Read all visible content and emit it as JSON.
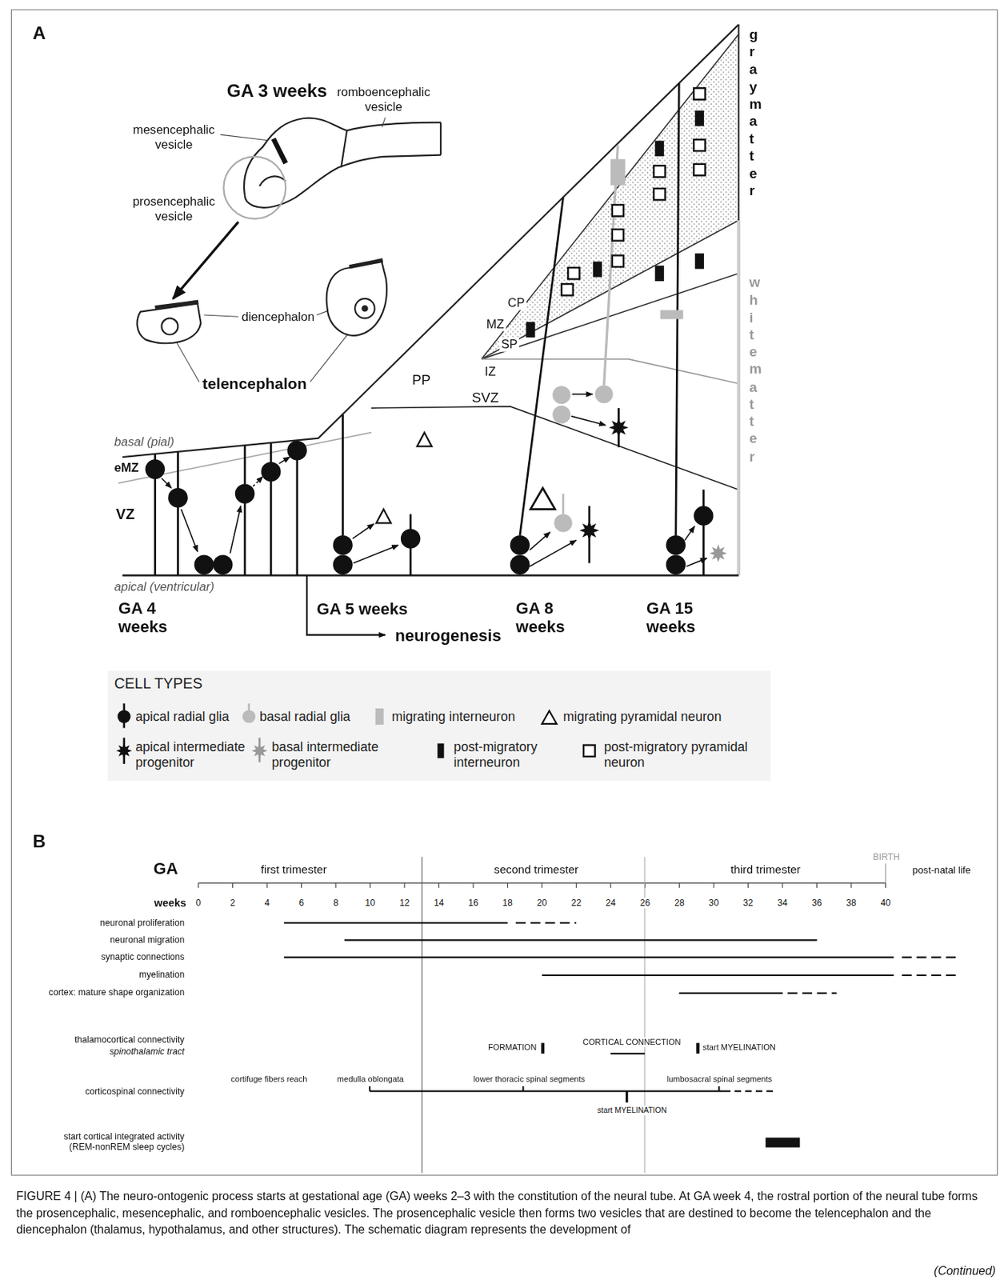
{
  "diagram": {
    "caption": "FIGURE 4 | (A) The neuro-ontogenic process starts at gestational age (GA) weeks 2–3 with the constitution of the neural tube. At GA week 4, the rostral portion of the neural tube forms the prosencephalic, mesencephalic, and romboencephalic vesicles. The prosencephalic vesicle then forms two vesicles that are destined to become the telencephalon and the diencephalon (thalamus, hypothalamus, and other structures). The schematic diagram represents the development of",
    "nodes": [
      {
        "text": [
          "CELL TYPES"
        ]
      }
    ],
    "labels": [
      "A",
      "GA 3 weeks",
      "romboencephalic vesicle",
      "mesencephalic vesicle",
      "prosencephalic vesicle",
      "diencephalon",
      "telencephalon",
      "basal (pial)",
      "eMZ",
      "VZ",
      "apical (ventricular)",
      "GA 4 weeks",
      "GA 5 weeks",
      "neurogenesis",
      "GA 8 weeks",
      "GA 15 weeks",
      "PP",
      "MZ",
      "CP",
      "SP",
      "IZ",
      "SVZ",
      "gray matter",
      "white matter",
      "B",
      "GA",
      "first trimester",
      "second trimester",
      "third trimester",
      "BIRTH",
      "post-natal life",
      "weeks",
      "0",
      "2",
      "4",
      "6",
      "8",
      "10",
      "12",
      "14",
      "16",
      "18",
      "20",
      "22",
      "24",
      "26",
      "28",
      "30",
      "32",
      "34",
      "36",
      "38",
      "40",
      "neuronal proliferation",
      "neuronal migration",
      "synaptic connections",
      "myelination",
      "cortex: mature shape organization",
      "thalamocortical connectivity",
      "spinothalamic tract",
      "FORMATION",
      "CORTICAL CONNECTION",
      "start MYELINATION",
      "corticospinal connectivity",
      "cortifuge fibers reach",
      "medulla oblongata",
      "lower thoracic spinal segments",
      "lumbosacral spinal segments",
      "start MYELINATION",
      "start cortical integrated activity (REM-nonREM sleep cycles)",
      "(Continued)"
    ],
    "legend": [
      {
        "text": "apical radial glia"
      },
      {
        "text": "basal radial glia"
      },
      {
        "text": "migrating interneuron"
      },
      {
        "text": "migrating pyramidal neuron"
      },
      {
        "text": "apical intermediate progenitor"
      },
      {
        "text": "basal intermediate progenitor"
      },
      {
        "text": "post-migratory interneuron"
      },
      {
        "text": "post-migratory pyramidal neuron"
      }
    ]
  }
}
